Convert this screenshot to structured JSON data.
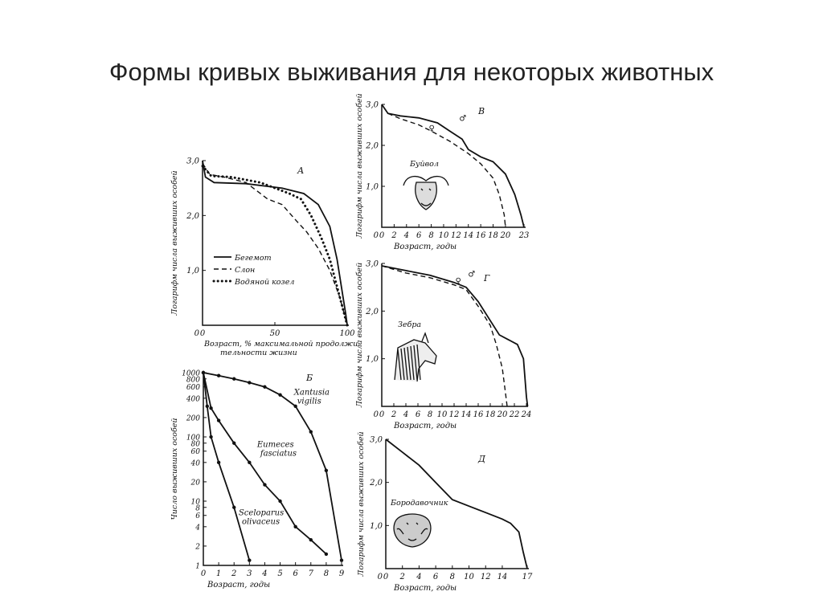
{
  "slide": {
    "title": "Формы кривых выживания для некоторых животных"
  },
  "chart_data": [
    {
      "id": "A",
      "type": "line",
      "panel_label": "А",
      "xlabel": "Возраст, % максимальной продолжи-тельности жизни",
      "ylabel": "Логарифм числа выживших особей",
      "xlim": [
        0,
        100
      ],
      "ylim": [
        0,
        3
      ],
      "x_ticks": [
        0,
        50,
        100
      ],
      "x_tick_labels": [
        "0",
        "50",
        "100"
      ],
      "y_ticks": [
        1,
        2,
        3
      ],
      "y_tick_labels": [
        "1,0",
        "2,0",
        "3,0"
      ],
      "legend_position": "left-middle",
      "series": [
        {
          "name": "Бегемот",
          "style": "solid",
          "points": [
            [
              0,
              3.0
            ],
            [
              2,
              2.7
            ],
            [
              8,
              2.6
            ],
            [
              30,
              2.58
            ],
            [
              55,
              2.5
            ],
            [
              70,
              2.4
            ],
            [
              80,
              2.2
            ],
            [
              88,
              1.8
            ],
            [
              93,
              1.2
            ],
            [
              96,
              0.7
            ],
            [
              99,
              0.2
            ],
            [
              100,
              0
            ]
          ]
        },
        {
          "name": "Слон",
          "style": "dashed",
          "points": [
            [
              0,
              2.95
            ],
            [
              5,
              2.75
            ],
            [
              15,
              2.7
            ],
            [
              30,
              2.6
            ],
            [
              45,
              2.3
            ],
            [
              55,
              2.2
            ],
            [
              65,
              1.9
            ],
            [
              72,
              1.7
            ],
            [
              80,
              1.4
            ],
            [
              88,
              1.0
            ],
            [
              95,
              0.5
            ],
            [
              100,
              0
            ]
          ]
        },
        {
          "name": "Водяной козел",
          "style": "dotted",
          "points": [
            [
              0,
              2.9
            ],
            [
              6,
              2.72
            ],
            [
              20,
              2.7
            ],
            [
              40,
              2.6
            ],
            [
              60,
              2.4
            ],
            [
              68,
              2.3
            ],
            [
              75,
              2.0
            ],
            [
              82,
              1.6
            ],
            [
              88,
              1.2
            ],
            [
              93,
              0.7
            ],
            [
              97,
              0.3
            ],
            [
              100,
              0
            ]
          ]
        }
      ]
    },
    {
      "id": "B",
      "type": "line",
      "panel_label": "В",
      "xlabel": "Возраст, годы",
      "ylabel": "Логарифм числа выживших особей",
      "xlim": [
        0,
        23
      ],
      "ylim": [
        0,
        3
      ],
      "x_ticks": [
        0,
        2,
        4,
        6,
        8,
        10,
        12,
        14,
        16,
        18,
        20,
        23
      ],
      "x_tick_labels": [
        "0",
        "2",
        "4",
        "6",
        "8",
        "10",
        "12",
        "14",
        "16",
        "18",
        "20",
        "23"
      ],
      "y_ticks": [
        1,
        2,
        3
      ],
      "y_tick_labels": [
        "1,0",
        "2,0",
        "3,0"
      ],
      "animal_label": "Буйвол",
      "series": [
        {
          "name": "♂",
          "style": "solid",
          "points": [
            [
              0,
              3.0
            ],
            [
              1,
              2.78
            ],
            [
              3,
              2.72
            ],
            [
              6,
              2.67
            ],
            [
              9,
              2.55
            ],
            [
              11,
              2.35
            ],
            [
              13,
              2.15
            ],
            [
              14,
              1.9
            ],
            [
              16,
              1.72
            ],
            [
              18,
              1.6
            ],
            [
              20,
              1.3
            ],
            [
              21.5,
              0.8
            ],
            [
              22.5,
              0.3
            ],
            [
              23,
              0
            ]
          ]
        },
        {
          "name": "♀",
          "style": "dashed",
          "points": [
            [
              1,
              2.78
            ],
            [
              3,
              2.65
            ],
            [
              6,
              2.5
            ],
            [
              8,
              2.35
            ],
            [
              11,
              2.1
            ],
            [
              14,
              1.8
            ],
            [
              16,
              1.55
            ],
            [
              18,
              1.2
            ],
            [
              19,
              0.8
            ],
            [
              19.8,
              0.3
            ],
            [
              20,
              0
            ]
          ]
        }
      ]
    },
    {
      "id": "G",
      "type": "line",
      "panel_label": "Г",
      "xlabel": "Возраст, годы",
      "ylabel": "Логарифм числа выживших особей",
      "xlim": [
        0,
        24
      ],
      "ylim": [
        0,
        3
      ],
      "x_ticks": [
        0,
        2,
        4,
        6,
        8,
        10,
        12,
        14,
        16,
        18,
        20,
        22,
        24
      ],
      "x_tick_labels": [
        "0",
        "2",
        "4",
        "6",
        "8",
        "10",
        "12",
        "14",
        "16",
        "18",
        "20",
        "22",
        "24"
      ],
      "y_ticks": [
        1,
        2,
        3
      ],
      "y_tick_labels": [
        "1,0",
        "2,0",
        "3,0"
      ],
      "animal_label": "Зебра",
      "series": [
        {
          "name": "♂",
          "style": "solid",
          "points": [
            [
              0,
              2.95
            ],
            [
              4,
              2.85
            ],
            [
              8,
              2.75
            ],
            [
              12,
              2.6
            ],
            [
              14,
              2.5
            ],
            [
              16,
              2.2
            ],
            [
              18,
              1.8
            ],
            [
              19.5,
              1.5
            ],
            [
              21,
              1.4
            ],
            [
              22.5,
              1.3
            ],
            [
              23.5,
              1.0
            ],
            [
              24,
              0.2
            ],
            [
              24.2,
              0
            ]
          ]
        },
        {
          "name": "♀",
          "style": "dashed",
          "points": [
            [
              0,
              2.95
            ],
            [
              4,
              2.8
            ],
            [
              8,
              2.7
            ],
            [
              12,
              2.55
            ],
            [
              14,
              2.45
            ],
            [
              16,
              2.1
            ],
            [
              18,
              1.7
            ],
            [
              19,
              1.3
            ],
            [
              20,
              0.8
            ],
            [
              20.5,
              0.3
            ],
            [
              20.8,
              0
            ]
          ]
        }
      ]
    },
    {
      "id": "B6",
      "type": "line",
      "panel_label": "Б",
      "xlabel": "Возраст, годы",
      "ylabel": "Число выживших особей",
      "y_scale": "log",
      "xlim": [
        0,
        9
      ],
      "ylim": [
        1,
        1000
      ],
      "x_ticks": [
        0,
        1,
        2,
        3,
        4,
        5,
        6,
        7,
        8,
        9
      ],
      "x_tick_labels": [
        "0",
        "1",
        "2",
        "3",
        "4",
        "5",
        "6",
        "7",
        "8",
        "9"
      ],
      "y_ticks": [
        1,
        2,
        4,
        6,
        8,
        10,
        20,
        40,
        60,
        80,
        100,
        200,
        400,
        600,
        800,
        1000
      ],
      "y_tick_labels": [
        "1",
        "2",
        "4",
        "6",
        "8",
        "10",
        "20",
        "40",
        "60",
        "80",
        "100",
        "200",
        "400",
        "600",
        "800",
        "1000"
      ],
      "series": [
        {
          "name": "Xantusia vigilis",
          "style": "solid-markers",
          "points": [
            [
              0,
              1000
            ],
            [
              1,
              900
            ],
            [
              2,
              800
            ],
            [
              3,
              700
            ],
            [
              4,
              600
            ],
            [
              5,
              450
            ],
            [
              6,
              300
            ],
            [
              7,
              120
            ],
            [
              8,
              30
            ],
            [
              9,
              1.2
            ]
          ]
        },
        {
          "name": "Eumeces fasciatus",
          "style": "solid-markers",
          "points": [
            [
              0,
              1000
            ],
            [
              0.5,
              280
            ],
            [
              1,
              180
            ],
            [
              2,
              80
            ],
            [
              3,
              40
            ],
            [
              4,
              18
            ],
            [
              5,
              10
            ],
            [
              6,
              4
            ],
            [
              7,
              2.5
            ],
            [
              8,
              1.5
            ]
          ]
        },
        {
          "name": "Sceloparus olivaceus",
          "style": "solid-markers",
          "points": [
            [
              0,
              1000
            ],
            [
              0.25,
              300
            ],
            [
              0.5,
              100
            ],
            [
              1,
              40
            ],
            [
              2,
              8
            ],
            [
              3,
              1.2
            ]
          ]
        }
      ]
    },
    {
      "id": "D",
      "type": "line",
      "panel_label": "Д",
      "xlabel": "Возраст, годы",
      "ylabel": "Логарифм числа выживших особей",
      "xlim": [
        0,
        17
      ],
      "ylim": [
        0,
        3
      ],
      "x_ticks": [
        0,
        2,
        4,
        6,
        8,
        10,
        12,
        14,
        17
      ],
      "x_tick_labels": [
        "0",
        "2",
        "4",
        "6",
        "8",
        "10",
        "12",
        "14",
        "17"
      ],
      "y_ticks": [
        1,
        2,
        3
      ],
      "y_tick_labels": [
        "1,0",
        "2,0",
        "3,0"
      ],
      "animal_label": "Бородавочник",
      "series": [
        {
          "name": "",
          "style": "solid",
          "points": [
            [
              0,
              3.0
            ],
            [
              2,
              2.7
            ],
            [
              4,
              2.4
            ],
            [
              6,
              2.0
            ],
            [
              8,
              1.6
            ],
            [
              10,
              1.45
            ],
            [
              12,
              1.3
            ],
            [
              14,
              1.15
            ],
            [
              15,
              1.05
            ],
            [
              16,
              0.85
            ],
            [
              16.5,
              0.4
            ],
            [
              17,
              0
            ]
          ]
        }
      ]
    }
  ]
}
